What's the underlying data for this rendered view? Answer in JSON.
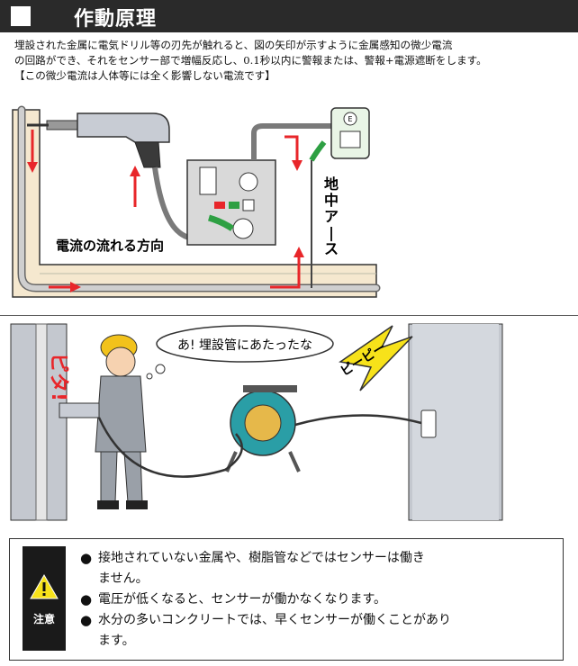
{
  "header": {
    "title": "作動原理"
  },
  "intro": {
    "line1": "埋設された金属に電気ドリル等の刃先が触れると、図の矢印が示すように金属感知の微少電流",
    "line2": "の回路ができ、それをセンサー部で増幅反応し、0.1秒以内に警報または、警報+電源遮断をします。",
    "line3": "【この微少電流は人体等には全く影響しない電流です】"
  },
  "diagram1": {
    "flow_label": "電流の流れる方向",
    "ground_label": [
      "地",
      "中",
      "ア",
      "|",
      "ス"
    ],
    "outlet_label": "E"
  },
  "diagram2": {
    "speech": "あ! 埋設管にあたったな",
    "sfx_left": "ピタ!",
    "sfx_right": "ピーピー"
  },
  "caution": {
    "badge": "注意",
    "items": [
      {
        "line1": "接地されていない金属や、樹脂管などではセンサーは働き",
        "line2": "ません。"
      },
      {
        "line1": "電圧が低くなると、センサーが働かなくなります。",
        "line2": ""
      },
      {
        "line1": "水分の多いコンクリートでは、早くセンサーが働くことがあり",
        "line2": "ます。"
      }
    ]
  },
  "colors": {
    "arrow": "#e8262a",
    "cord": "#7a7a7a",
    "plug": "#2ea043",
    "wall": "#f5e8cf",
    "header": "#2a2a2a"
  }
}
